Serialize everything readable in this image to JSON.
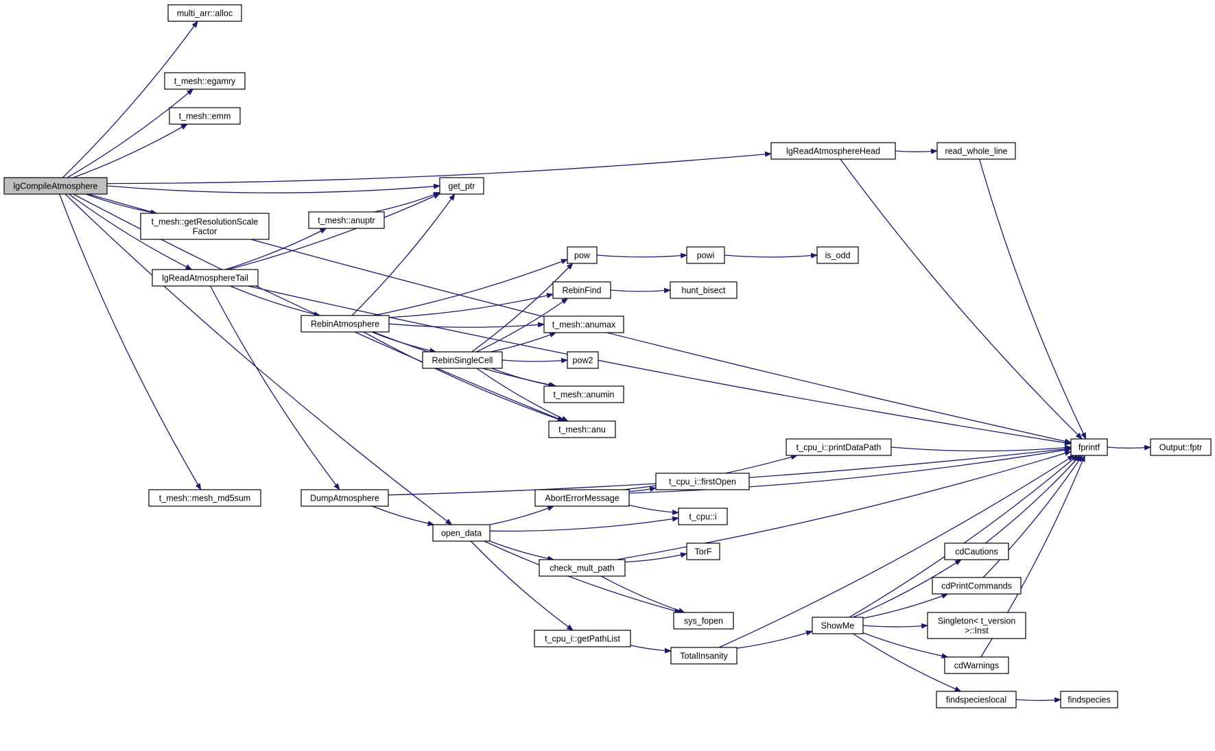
{
  "diagram": {
    "type": "call-graph",
    "colors": {
      "edge": "#191970",
      "node_border": "#000000",
      "node_fill": "#ffffff",
      "root_fill": "#bfbfbf"
    },
    "nodes": [
      {
        "id": "lgCompileAtmosphere",
        "label": "lgCompileAtmosphere",
        "root": true
      },
      {
        "id": "multi_arr_alloc",
        "label": "multi_arr::alloc"
      },
      {
        "id": "t_mesh_egamry",
        "label": "t_mesh::egamry"
      },
      {
        "id": "t_mesh_emm",
        "label": "t_mesh::emm"
      },
      {
        "id": "get_ptr",
        "label": "get_ptr"
      },
      {
        "id": "t_mesh_getResolutionScaleFactor",
        "label": "t_mesh::getResolutionScale\nFactor"
      },
      {
        "id": "lgReadAtmosphereTail",
        "label": "lgReadAtmosphereTail"
      },
      {
        "id": "t_mesh_mesh_md5sum",
        "label": "t_mesh::mesh_md5sum"
      },
      {
        "id": "t_mesh_anuptr",
        "label": "t_mesh::anuptr"
      },
      {
        "id": "RebinAtmosphere",
        "label": "RebinAtmosphere"
      },
      {
        "id": "DumpAtmosphere",
        "label": "DumpAtmosphere"
      },
      {
        "id": "RebinSingleCell",
        "label": "RebinSingleCell"
      },
      {
        "id": "open_data",
        "label": "open_data"
      },
      {
        "id": "AbortErrorMessage",
        "label": "AbortErrorMessage"
      },
      {
        "id": "check_mult_path",
        "label": "check_mult_path"
      },
      {
        "id": "t_cpu_i_getPathList",
        "label": "t_cpu_i::getPathList"
      },
      {
        "id": "pow",
        "label": "pow"
      },
      {
        "id": "RebinFind",
        "label": "RebinFind"
      },
      {
        "id": "t_mesh_anumax",
        "label": "t_mesh::anumax"
      },
      {
        "id": "pow2",
        "label": "pow2"
      },
      {
        "id": "t_mesh_anumin",
        "label": "t_mesh::anumin"
      },
      {
        "id": "t_mesh_anu",
        "label": "t_mesh::anu"
      },
      {
        "id": "powi",
        "label": "powi"
      },
      {
        "id": "hunt_bisect",
        "label": "hunt_bisect"
      },
      {
        "id": "is_odd",
        "label": "is_odd"
      },
      {
        "id": "t_cpu_i_firstOpen",
        "label": "t_cpu_i::firstOpen"
      },
      {
        "id": "t_cpu_i",
        "label": "t_cpu::i"
      },
      {
        "id": "TorF",
        "label": "TorF"
      },
      {
        "id": "sys_fopen",
        "label": "sys_fopen"
      },
      {
        "id": "TotalInsanity",
        "label": "TotalInsanity"
      },
      {
        "id": "lgReadAtmosphereHead",
        "label": "lgReadAtmosphereHead"
      },
      {
        "id": "t_cpu_i_printDataPath",
        "label": "t_cpu_i::printDataPath"
      },
      {
        "id": "read_whole_line",
        "label": "read_whole_line"
      },
      {
        "id": "ShowMe",
        "label": "ShowMe"
      },
      {
        "id": "cdCautions",
        "label": "cdCautions"
      },
      {
        "id": "cdPrintCommands",
        "label": "cdPrintCommands"
      },
      {
        "id": "Singleton_t_version_Inst",
        "label": "Singleton< t_version\n>::Inst"
      },
      {
        "id": "cdWarnings",
        "label": "cdWarnings"
      },
      {
        "id": "findspecieslocal",
        "label": "findspecieslocal"
      },
      {
        "id": "fprintf",
        "label": "fprintf"
      },
      {
        "id": "findspecies",
        "label": "findspecies"
      },
      {
        "id": "Output_fptr",
        "label": "Output::fptr"
      }
    ],
    "edges": [
      [
        "lgCompileAtmosphere",
        "multi_arr_alloc"
      ],
      [
        "lgCompileAtmosphere",
        "fprintf"
      ],
      [
        "lgCompileAtmosphere",
        "t_mesh_egamry"
      ],
      [
        "lgCompileAtmosphere",
        "t_mesh_emm"
      ],
      [
        "lgCompileAtmosphere",
        "lgReadAtmosphereHead"
      ],
      [
        "lgCompileAtmosphere",
        "get_ptr"
      ],
      [
        "lgCompileAtmosphere",
        "t_mesh_getResolutionScaleFactor"
      ],
      [
        "lgCompileAtmosphere",
        "lgReadAtmosphereTail"
      ],
      [
        "lgCompileAtmosphere",
        "t_mesh_anu"
      ],
      [
        "lgCompileAtmosphere",
        "t_mesh_mesh_md5sum"
      ],
      [
        "lgCompileAtmosphere",
        "open_data"
      ],
      [
        "lgReadAtmosphereHead",
        "read_whole_line"
      ],
      [
        "lgReadAtmosphereHead",
        "fprintf"
      ],
      [
        "read_whole_line",
        "fprintf"
      ],
      [
        "lgReadAtmosphereTail",
        "t_mesh_anuptr"
      ],
      [
        "lgReadAtmosphereTail",
        "get_ptr"
      ],
      [
        "lgReadAtmosphereTail",
        "fprintf"
      ],
      [
        "lgReadAtmosphereTail",
        "RebinAtmosphere"
      ],
      [
        "lgReadAtmosphereTail",
        "DumpAtmosphere"
      ],
      [
        "t_mesh_anuptr",
        "get_ptr"
      ],
      [
        "RebinAtmosphere",
        "get_ptr"
      ],
      [
        "RebinAtmosphere",
        "pow"
      ],
      [
        "RebinAtmosphere",
        "RebinFind"
      ],
      [
        "RebinAtmosphere",
        "t_mesh_anumax"
      ],
      [
        "RebinAtmosphere",
        "RebinSingleCell"
      ],
      [
        "RebinAtmosphere",
        "t_mesh_anumin"
      ],
      [
        "RebinAtmosphere",
        "t_mesh_anu"
      ],
      [
        "RebinSingleCell",
        "pow"
      ],
      [
        "RebinSingleCell",
        "RebinFind"
      ],
      [
        "RebinSingleCell",
        "t_mesh_anumax"
      ],
      [
        "RebinSingleCell",
        "pow2"
      ],
      [
        "RebinSingleCell",
        "t_mesh_anumin"
      ],
      [
        "RebinSingleCell",
        "t_mesh_anu"
      ],
      [
        "pow",
        "powi"
      ],
      [
        "powi",
        "is_odd"
      ],
      [
        "RebinFind",
        "hunt_bisect"
      ],
      [
        "DumpAtmosphere",
        "fprintf"
      ],
      [
        "DumpAtmosphere",
        "open_data"
      ],
      [
        "open_data",
        "AbortErrorMessage"
      ],
      [
        "open_data",
        "t_cpu_i"
      ],
      [
        "open_data",
        "check_mult_path"
      ],
      [
        "open_data",
        "sys_fopen"
      ],
      [
        "open_data",
        "t_cpu_i_getPathList"
      ],
      [
        "AbortErrorMessage",
        "fprintf"
      ],
      [
        "AbortErrorMessage",
        "t_cpu_i_printDataPath"
      ],
      [
        "AbortErrorMessage",
        "t_cpu_i_firstOpen"
      ],
      [
        "AbortErrorMessage",
        "t_cpu_i"
      ],
      [
        "t_cpu_i_printDataPath",
        "fprintf"
      ],
      [
        "check_mult_path",
        "TorF"
      ],
      [
        "check_mult_path",
        "fprintf"
      ],
      [
        "check_mult_path",
        "sys_fopen"
      ],
      [
        "t_cpu_i_getPathList",
        "TotalInsanity"
      ],
      [
        "TotalInsanity",
        "ShowMe"
      ],
      [
        "TotalInsanity",
        "fprintf"
      ],
      [
        "ShowMe",
        "fprintf"
      ],
      [
        "ShowMe",
        "cdCautions"
      ],
      [
        "ShowMe",
        "cdPrintCommands"
      ],
      [
        "ShowMe",
        "Singleton_t_version_Inst"
      ],
      [
        "ShowMe",
        "cdWarnings"
      ],
      [
        "ShowMe",
        "findspecieslocal"
      ],
      [
        "cdCautions",
        "fprintf"
      ],
      [
        "cdPrintCommands",
        "fprintf"
      ],
      [
        "cdWarnings",
        "fprintf"
      ],
      [
        "findspecieslocal",
        "findspecies"
      ],
      [
        "fprintf",
        "Output_fptr"
      ]
    ]
  }
}
